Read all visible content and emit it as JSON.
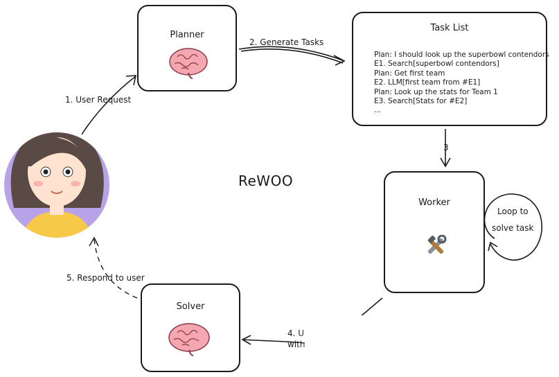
{
  "title": "ReWOO",
  "planner": {
    "label": "Planner"
  },
  "task_list": {
    "title": "Task List",
    "lines": [
      "Plan: I should look up the superbowl contendors",
      "E1. Search[superbowl contendors]",
      "Plan: Get first team",
      "E2. LLM[first team from #E1]",
      "Plan: Look up the stats for Team 1",
      "E3. Search[Stats for #E2]",
      "..."
    ]
  },
  "worker": {
    "label": "Worker",
    "icon": "tools-icon"
  },
  "solver": {
    "label": "Solver"
  },
  "steps": {
    "user_request": "1. User Request",
    "generate_tasks": "2. Generate Tasks",
    "step3": "3",
    "loop_line1": "Loop to",
    "loop_line2": "solve task",
    "step4_line1": "4. U",
    "step4_line2": "with",
    "respond": "5. Respond to user"
  },
  "colors": {
    "avatar_bg": "#b9a3e8",
    "hair": "#5a4a45",
    "skin": "#ffe2cf",
    "shirt": "#f7c948",
    "brain": "#f4a6b1"
  }
}
